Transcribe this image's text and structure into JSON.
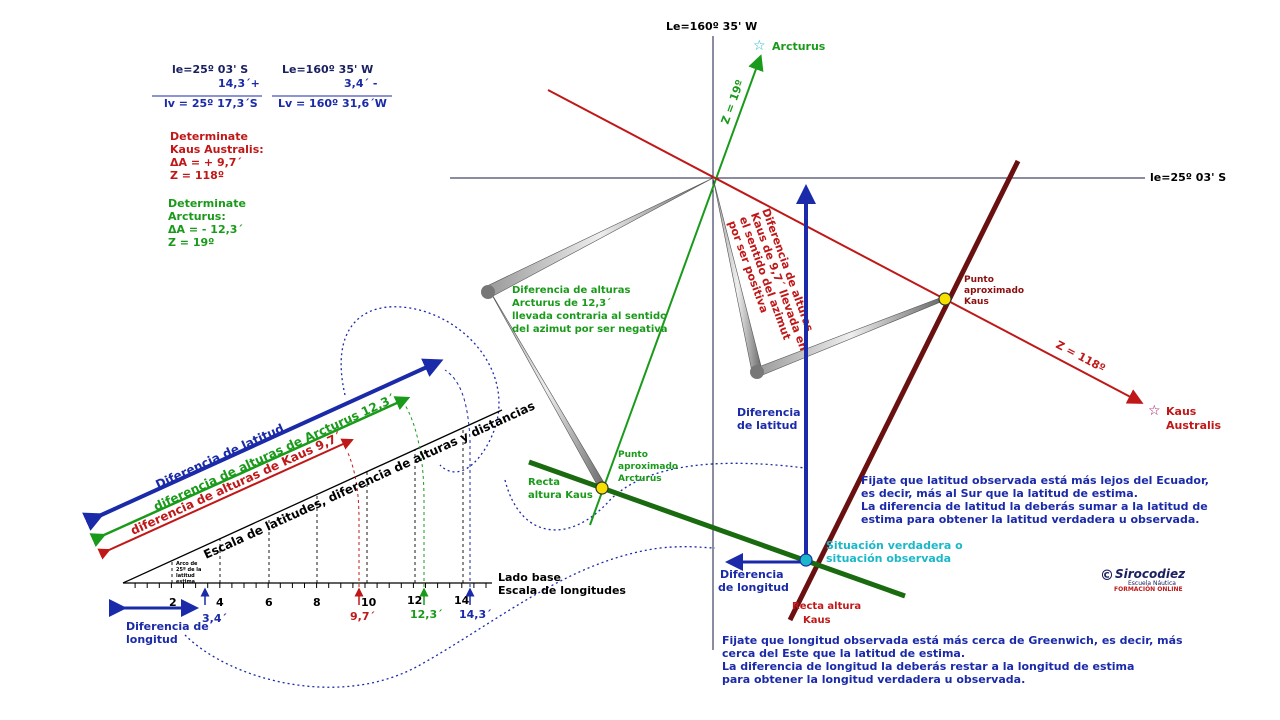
{
  "calc": {
    "le": "le=25º 03' S",
    "dlat": "14,3´+",
    "lv": "lv = 25º 17,3´S",
    "Le": "Le=160º 35' W",
    "dlon": "3,4´  -",
    "Lv": "Lv = 160º 31,6´W"
  },
  "kaus_det": [
    "Determinate",
    "Kaus Australis:",
    "ΔA = + 9,7´",
    "Z = 118º"
  ],
  "arct_det": [
    "Determinate",
    "Arcturus:",
    "ΔA =  - 12,3´",
    "Z = 19º"
  ],
  "meridian_label": "Le=160º 35' W",
  "parallel_label": "le=25º 03' S",
  "arcturus_label": "Arcturus",
  "z19": "Z = 19º",
  "kaus_label": [
    "Kaus",
    "Australis"
  ],
  "z118": "Z = 118º",
  "dif_kaus": [
    "Diferencia de alturas",
    "Kaus de 9,7´ llevada en",
    "el sentido del azimut",
    "por ser positiva"
  ],
  "dif_arct": [
    "Diferencia de alturas",
    "Arcturus de 12,3´",
    "llevada contraria al sentido",
    "del azimut por ser negativa"
  ],
  "punto_kaus": [
    "Punto",
    "aproximado",
    "Kaus"
  ],
  "punto_arct": [
    "Punto",
    "aproximado",
    "Arcturus"
  ],
  "recta_altura_kaus_left": [
    "Recta",
    "altura Kaus"
  ],
  "recta_altura_kaus_bottom": [
    "Recta altura",
    "Kaus"
  ],
  "dif_latitud_right": [
    "Diferencia",
    "de latitud"
  ],
  "dif_longitud_right": [
    "Diferencia",
    "de longitud"
  ],
  "situacion": [
    "Situación verdadera o",
    "situación observada"
  ],
  "note_lat": [
    "Fijate que latitud observada está más lejos del Ecuador,",
    "es decir, más al Sur que la latitud de estima.",
    "La diferencia de latitud la deberás sumar a la latitud de",
    "estima para obtener la latitud verdadera u observada."
  ],
  "note_lon": [
    "Fijate que longitud observada está más cerca de Greenwich, es decir, más",
    "cerca del Este que la latitud de estima.",
    "La diferencia de longitud la deberás restar a la longitud de estima",
    "para obtener la longitud verdadera u observada."
  ],
  "scale": {
    "diag_label": "Escala de latitudes, diferencia de alturas y distancias",
    "base_label": [
      "Lado base",
      "Escala de longitudes"
    ],
    "ticks": [
      "2",
      "4",
      "6",
      "8",
      "10",
      "12",
      "14"
    ],
    "arco_note": [
      "Arco de",
      "25º de la",
      "latitud",
      "estima"
    ],
    "arrow_lat": "Diferencia de latitud",
    "arrow_arct": "diferencia de alturas de Arcturus 12,3´",
    "arrow_kaus": "diferencia de alturas de Kaus 9,7´",
    "v34": "3,4´",
    "v97": "9,7´",
    "v123": "12,3´",
    "v143": "14,3´",
    "dif_longitud_left": [
      "Diferencia de",
      "longitud"
    ]
  },
  "logo": {
    "brand": "Sirocodiez",
    "sub1": "Escuela Náutica",
    "sub2": "FORMACIÓN ONLINE",
    "mark": "©"
  },
  "colors": {
    "blue": "#1a2aa8",
    "red": "#c01818",
    "green": "#1a9a1a",
    "darkgreen": "#1a6a10",
    "maroon": "#6a1010",
    "cyan": "#1ab8c8"
  }
}
